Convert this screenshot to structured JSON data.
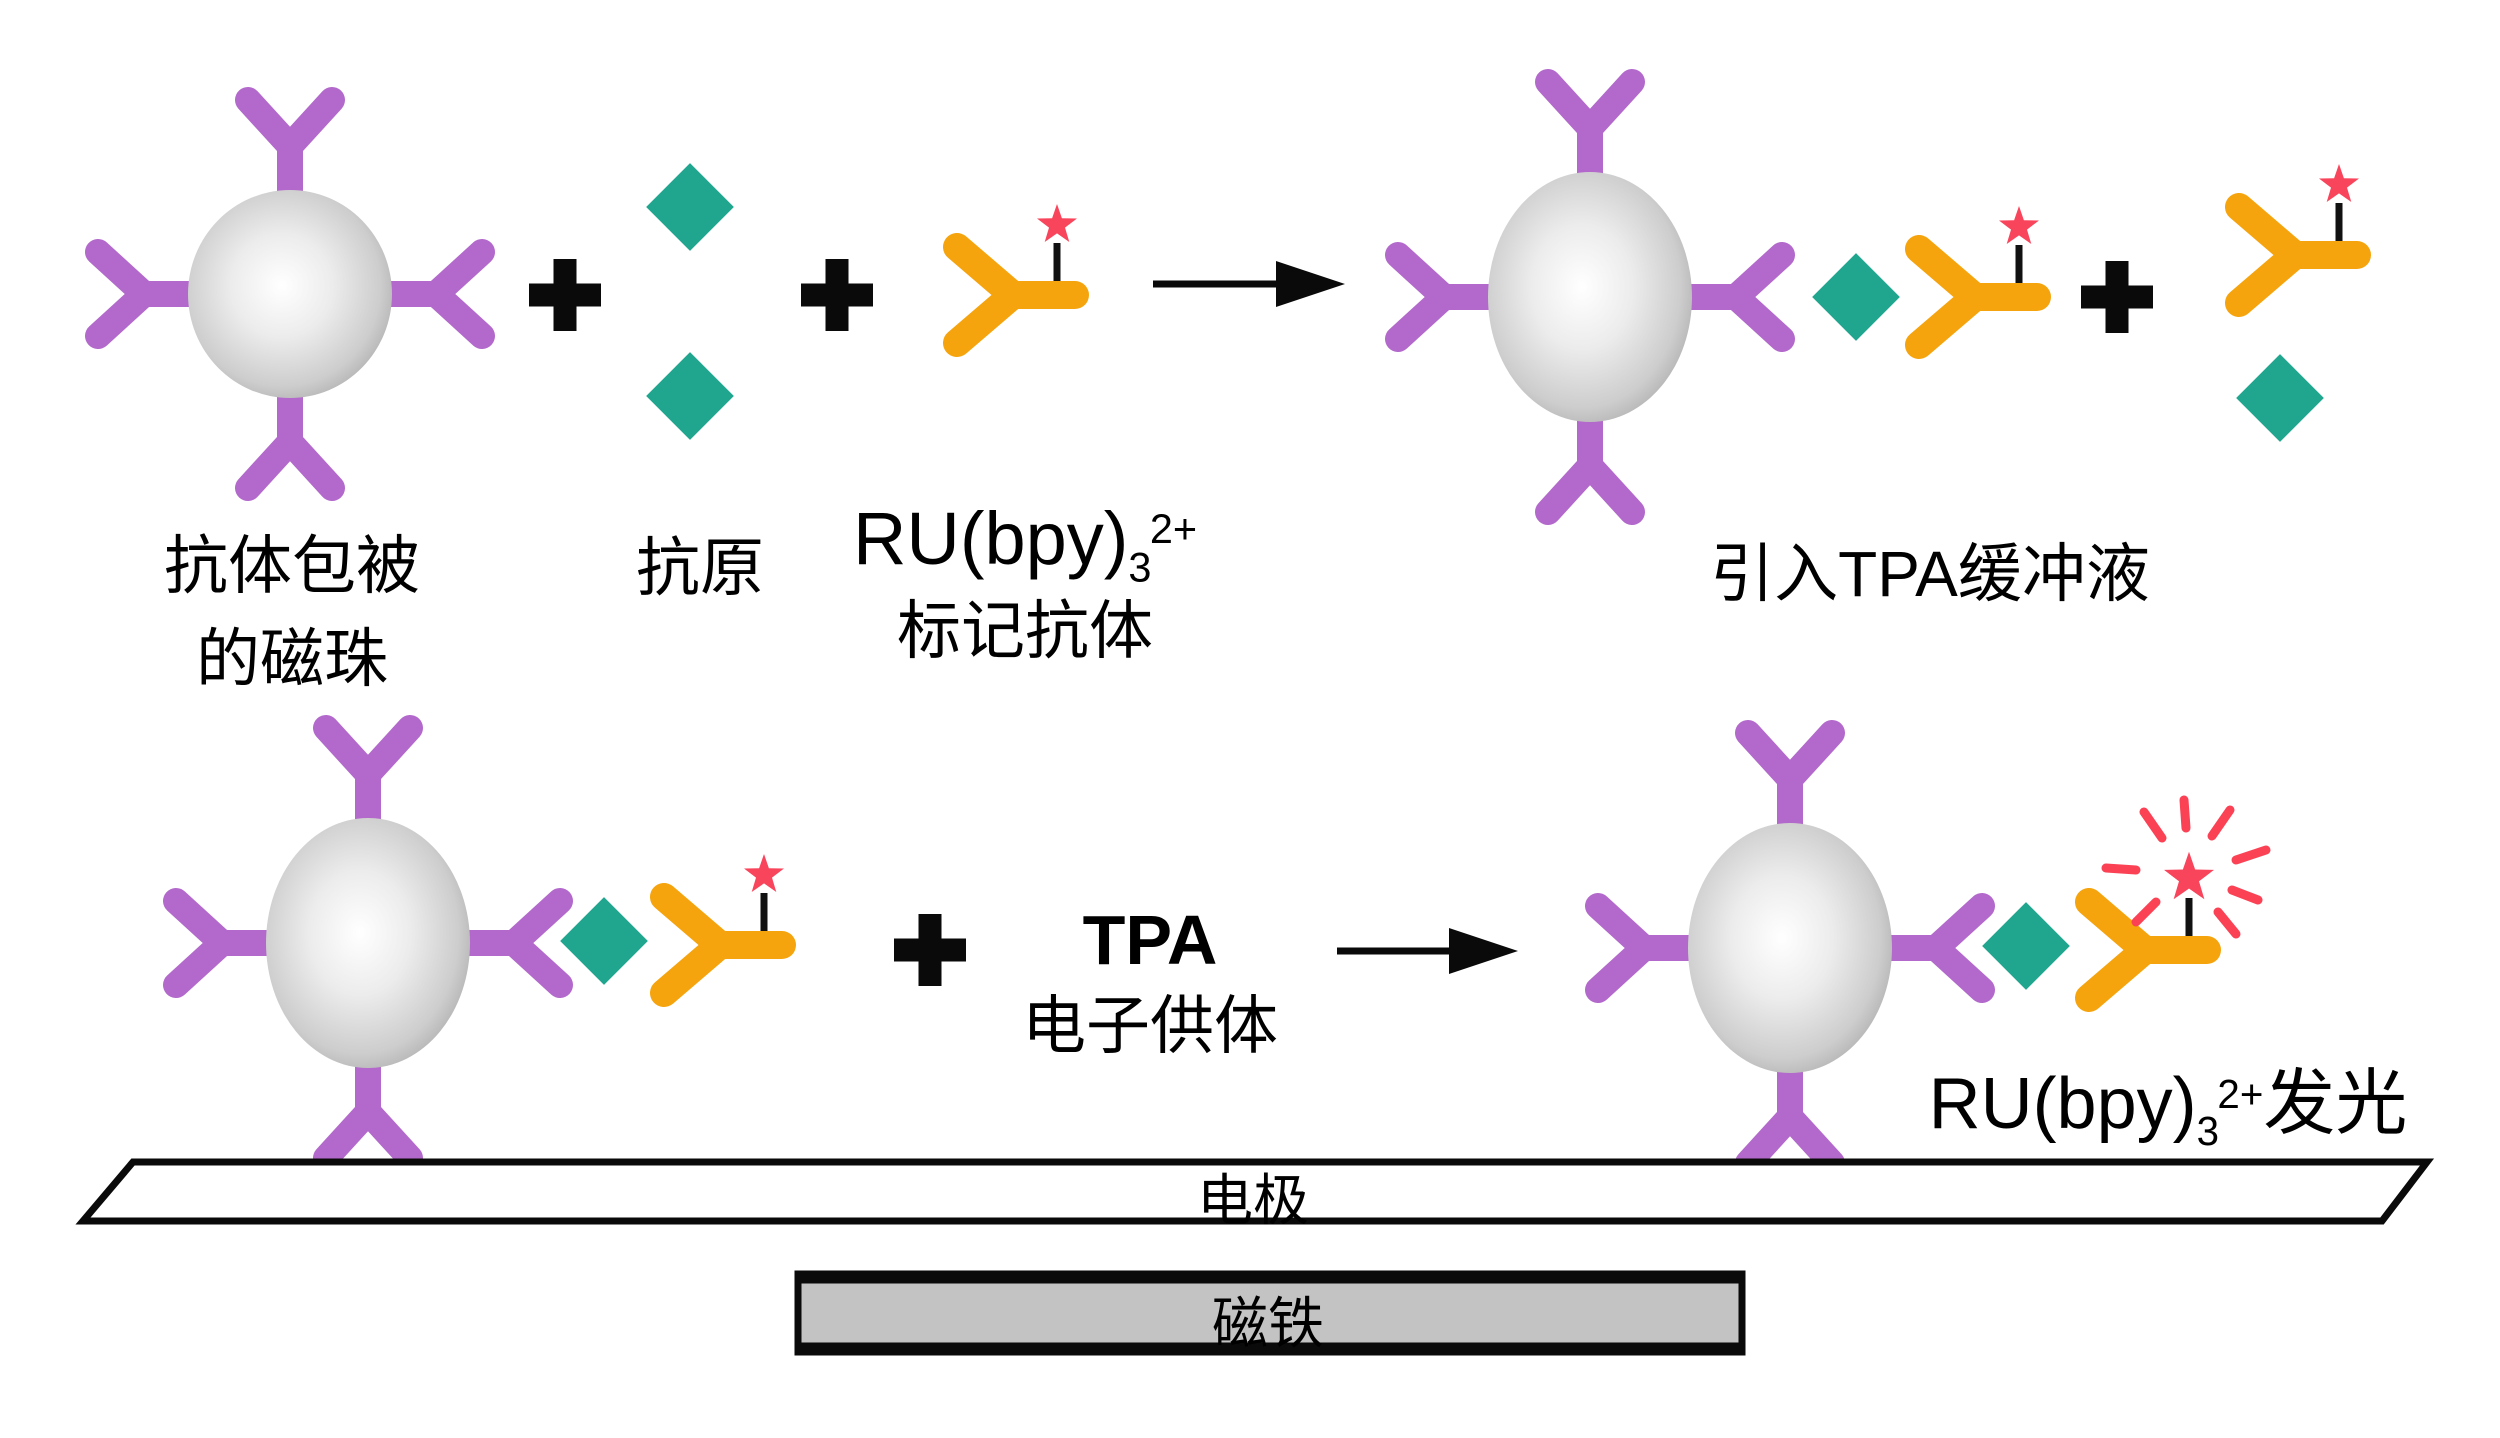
{
  "labels": {
    "bead_line1": "抗体包被",
    "bead_line2": "的磁珠",
    "antigen": "抗原",
    "tracer_prefix": "RU(bpy)",
    "tracer_sub": "3",
    "tracer_sup": "2+",
    "tracer_line2": "标记抗体",
    "intro_tpa": "引入TPA缓冲液",
    "tpa": "TPA",
    "tpa_role": "电子供体",
    "glow_prefix": "RU(bpy)",
    "glow_sub": "3",
    "glow_sup": "2+",
    "glow_suffix": "发光",
    "electrode": "电极",
    "magnet": "磁铁"
  },
  "icons": {
    "magnetic_bead": "gray-gradient-sphere",
    "capture_antibody": "purple-y-antibody",
    "antigen": "teal-diamond",
    "tracer_antibody": "orange-y-antibody",
    "ecl_tag": "red-star",
    "ecl_emission": "red-star-with-rays",
    "plus": "plus-sign",
    "arrow": "right-arrow"
  },
  "colors": {
    "antibody_purple": "#B269CB",
    "antigen_teal": "#20A68F",
    "tracer_orange": "#F5A40D",
    "star_red": "#F8455C",
    "ray_red": "#FB4255",
    "stick_black": "#111111",
    "outline_black": "#000000",
    "magnet_fill": "#C3C3C3",
    "electrode_fill": "#FFFFFF",
    "background": "#FFFFFF"
  }
}
